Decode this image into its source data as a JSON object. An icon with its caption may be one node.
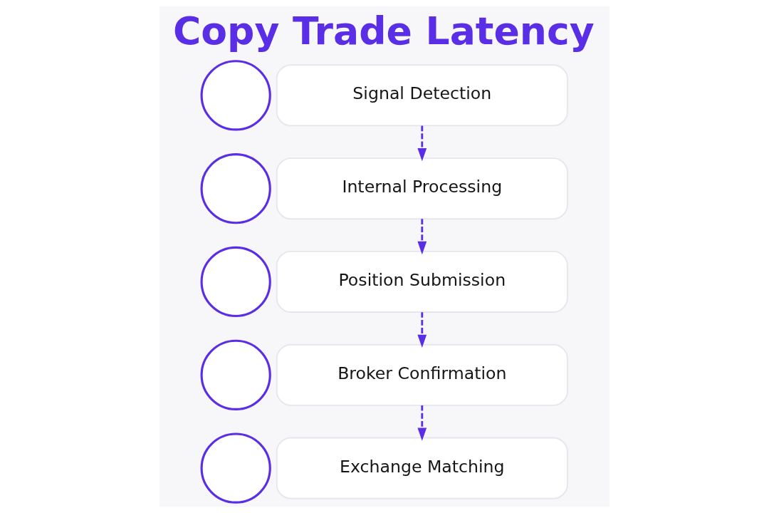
{
  "diagram": {
    "title": "Copy Trade Latency",
    "nodes": [
      {
        "text": [],
        "shape": "circle"
      },
      {
        "text": [
          "Signal Detection"
        ]
      },
      {
        "text": [],
        "shape": "circle"
      },
      {
        "text": [
          "Internal Processing"
        ]
      },
      {
        "text": [],
        "shape": "circle"
      },
      {
        "text": [
          "Position Submission"
        ]
      },
      {
        "text": [],
        "shape": "circle"
      },
      {
        "text": [
          "Broker Confirmation"
        ]
      },
      {
        "text": [],
        "shape": "circle"
      },
      {
        "text": [
          "Exchange Matching"
        ]
      }
    ],
    "edges": [
      {
        "from": 1,
        "to": 3,
        "arrow": "to",
        "style": "dashed"
      },
      {
        "from": 3,
        "to": 5,
        "arrow": "to",
        "style": "dashed"
      },
      {
        "from": 5,
        "to": 7,
        "arrow": "to",
        "style": "dashed"
      },
      {
        "from": 7,
        "to": 9,
        "arrow": "to",
        "style": "dashed"
      }
    ]
  }
}
